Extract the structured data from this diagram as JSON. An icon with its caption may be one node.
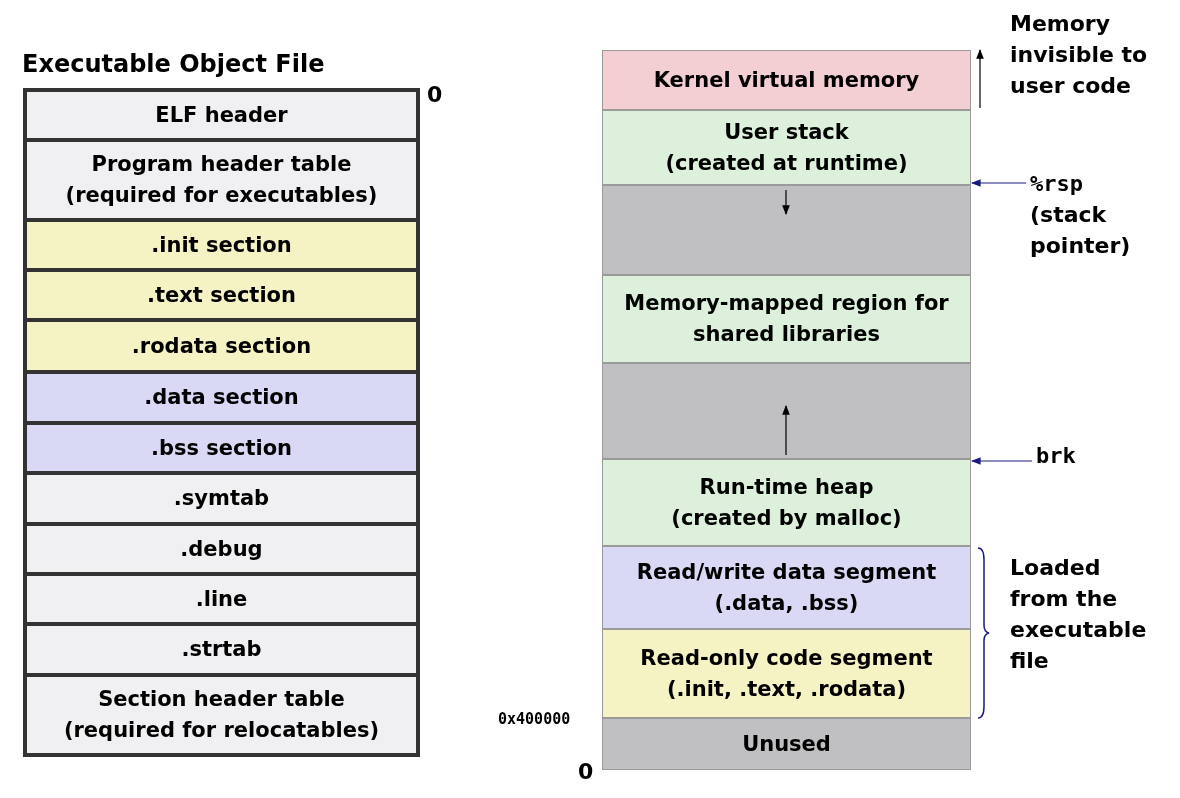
{
  "diagram": {
    "nodes": [
      {
        "text": [
          "Executable Object File"
        ]
      },
      {
        "text": [
          "ELF header"
        ],
        "in": 0
      },
      {
        "text": [
          "Program header table",
          "(required for executables)"
        ],
        "in": 0
      },
      {
        "text": [
          ".init section"
        ],
        "in": 0
      },
      {
        "text": [
          ".text section"
        ],
        "in": 0
      },
      {
        "text": [
          ".rodata section"
        ],
        "in": 0
      },
      {
        "text": [
          ".data section"
        ],
        "in": 0
      },
      {
        "text": [
          ".bss section"
        ],
        "in": 0
      },
      {
        "text": [
          ".symtab"
        ],
        "in": 0
      },
      {
        "text": [
          ".debug"
        ],
        "in": 0
      },
      {
        "text": [
          ".line"
        ],
        "in": 0
      },
      {
        "text": [
          ".strtab"
        ],
        "in": 0
      },
      {
        "text": [
          "Section header table",
          "(required for relocatables)"
        ],
        "in": 0
      },
      {
        "text": [
          "Kernel virtual memory"
        ]
      },
      {
        "text": [
          "User stack",
          "(created at runtime)"
        ]
      },
      {
        "text": [],
        "shape": "box"
      },
      {
        "text": [
          "Memory-mapped region for shared libraries"
        ]
      },
      {
        "text": [],
        "shape": "box"
      },
      {
        "text": [
          "Run-time heap",
          "(created by malloc)"
        ]
      },
      {
        "text": [
          "Read/write data segment",
          "(.data, .bss)"
        ]
      },
      {
        "text": [
          "Read-only code segment",
          "(.init, .text, .rodata)"
        ]
      },
      {
        "text": [
          "Unused"
        ]
      },
      {
        "text": [
          "%rsp",
          "(stack pointer)"
        ]
      },
      {
        "text": [
          "brk"
        ]
      }
    ],
    "edges": [
      {
        "from": 22,
        "to": 14,
        "arrow": "to"
      },
      {
        "from": 23,
        "to": 18,
        "arrow": "to"
      }
    ],
    "labels": [
      "0",
      "Memory invisible to user code",
      "Loaded from the executable file",
      "0x400000",
      "0"
    ]
  }
}
